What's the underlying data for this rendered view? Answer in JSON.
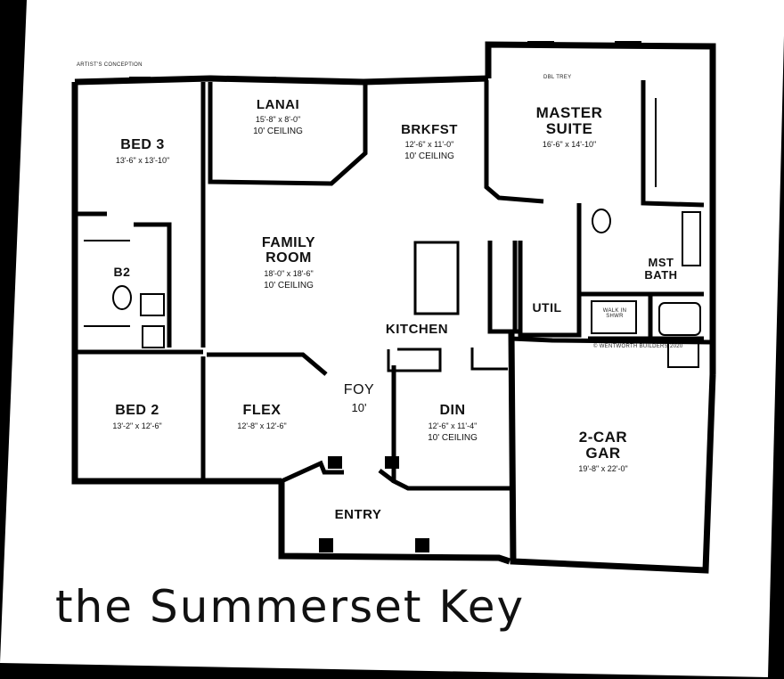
{
  "plan": {
    "caption": "the Summerset Key",
    "artist_note": "ARTIST'S CONCEPTION",
    "copyright": "© WENTWORTH BUILDERS 2020",
    "tray_note": "DBL TREY",
    "walk_in_shower": "WALK IN SHWR"
  },
  "rooms": {
    "bed3": {
      "name": "BED 3",
      "dims": "13'-6\" x 13'-10\""
    },
    "lanai": {
      "name": "LANAI",
      "dims": "15'-8\" x 8'-0\"",
      "ceiling": "10' CEILING"
    },
    "bkfst": {
      "name": "BRKFST",
      "dims": "12'-6\" x 11'-0\"",
      "ceiling": "10' CEILING"
    },
    "master": {
      "name1": "MASTER",
      "name2": "SUITE",
      "dims": "16'-6\" x 14'-10\""
    },
    "b2": {
      "name": "B2"
    },
    "family": {
      "name1": "FAMILY",
      "name2": "ROOM",
      "dims": "18'-0\" x 18'-6\"",
      "ceiling": "10' CEILING"
    },
    "mbath": {
      "name1": "MST",
      "name2": "BATH"
    },
    "util": {
      "name": "UTIL"
    },
    "kitchen": {
      "name": "KITCHEN"
    },
    "bed2": {
      "name": "BED 2",
      "dims": "13'-2\" x 12'-6\""
    },
    "flex": {
      "name": "FLEX",
      "dims": "12'-8\" x 12'-6\""
    },
    "foy": {
      "name": "FOY",
      "ceiling": "10'"
    },
    "din": {
      "name": "DIN",
      "dims": "12'-6\" x 11'-4\"",
      "ceiling": "10' CEILING"
    },
    "garage": {
      "name1": "2-CAR",
      "name2": "GAR",
      "dims": "19'-8\" x 22'-0\""
    },
    "entry": {
      "name": "ENTRY"
    }
  }
}
